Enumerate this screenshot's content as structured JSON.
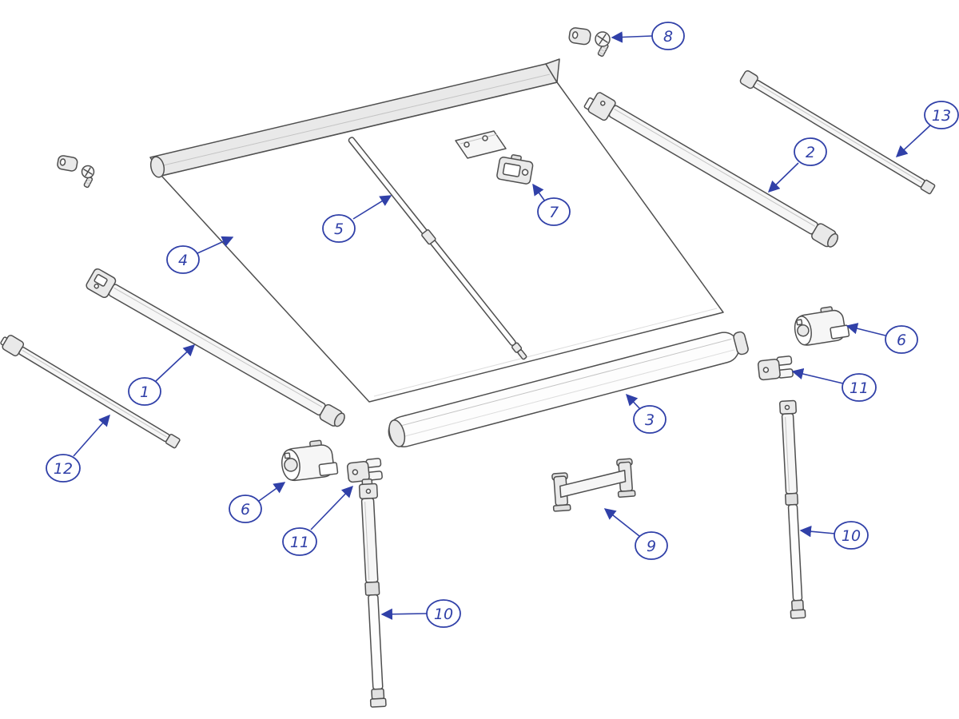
{
  "colors": {
    "accent": "#3040a8",
    "line": "#4f4f4f",
    "background": "#ffffff"
  },
  "callouts": [
    {
      "id": "callout-4",
      "label": "4"
    },
    {
      "id": "callout-5",
      "label": "5"
    },
    {
      "id": "callout-7",
      "label": "7"
    },
    {
      "id": "callout-8",
      "label": "8"
    },
    {
      "id": "callout-2",
      "label": "2"
    },
    {
      "id": "callout-13",
      "label": "13"
    },
    {
      "id": "callout-1",
      "label": "1"
    },
    {
      "id": "callout-12",
      "label": "12"
    },
    {
      "id": "callout-3",
      "label": "3"
    },
    {
      "id": "callout-6-right",
      "label": "6"
    },
    {
      "id": "callout-11-right",
      "label": "11"
    },
    {
      "id": "callout-10-right",
      "label": "10"
    },
    {
      "id": "callout-6-left",
      "label": "6"
    },
    {
      "id": "callout-11-left",
      "label": "11"
    },
    {
      "id": "callout-10-left",
      "label": "10"
    },
    {
      "id": "callout-9",
      "label": "9"
    }
  ]
}
